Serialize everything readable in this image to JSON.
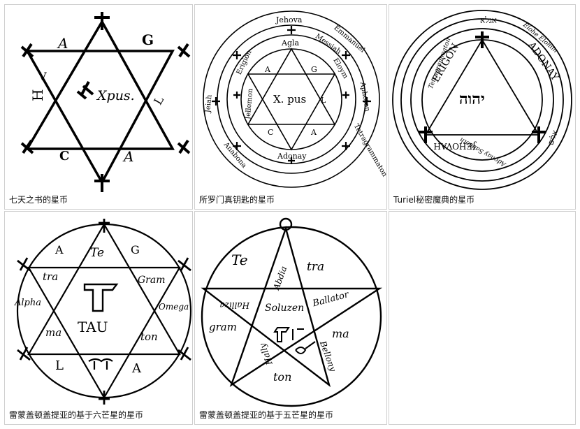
{
  "gallery": {
    "items": [
      {
        "caption": "七天之书的星币",
        "inner": "Xpus.",
        "letters": [
          "A",
          "G",
          "H",
          "V",
          "L",
          "C",
          "A"
        ]
      },
      {
        "caption": "所罗门真钥匙的星币",
        "center": "X. pus",
        "ring_outer": [
          "Jehova",
          "Emmanuel",
          "Messiah",
          "Agla",
          "Eloym",
          "Erigion",
          "Apheton",
          "Jeiah",
          "Jellemon",
          "Tetragrammaton",
          "Anabona",
          "Adonay"
        ],
        "star_letters": [
          "A",
          "G",
          "L",
          "C",
          "A"
        ]
      },
      {
        "caption": "Turiel秘密魔典的星币",
        "center": "יהוה",
        "ring": [
          "ERIGON",
          "ADONAY",
          "JEHOVAH"
        ],
        "outer": [
          "Tetragrammaton",
          "Elohe Elohim",
          "Adonay Sabaoth",
          "אגלא",
          "אלים"
        ]
      },
      {
        "caption": "雷蒙盖顿盖提亚的基于六芒星的星币",
        "center": "TAU",
        "words": [
          "A",
          "Te",
          "G",
          "tra",
          "Gram",
          "Alpha",
          "Omega",
          "ma",
          "ton",
          "L",
          "A"
        ]
      },
      {
        "caption": "雷蒙盖顿盖提亚的基于五芒星的星币",
        "words": [
          "Te",
          "tra",
          "Abdia",
          "Soluzen",
          "Ballator",
          "Halliza",
          "gram",
          "ma",
          "Bellony",
          "Hally",
          "ton"
        ]
      }
    ]
  }
}
